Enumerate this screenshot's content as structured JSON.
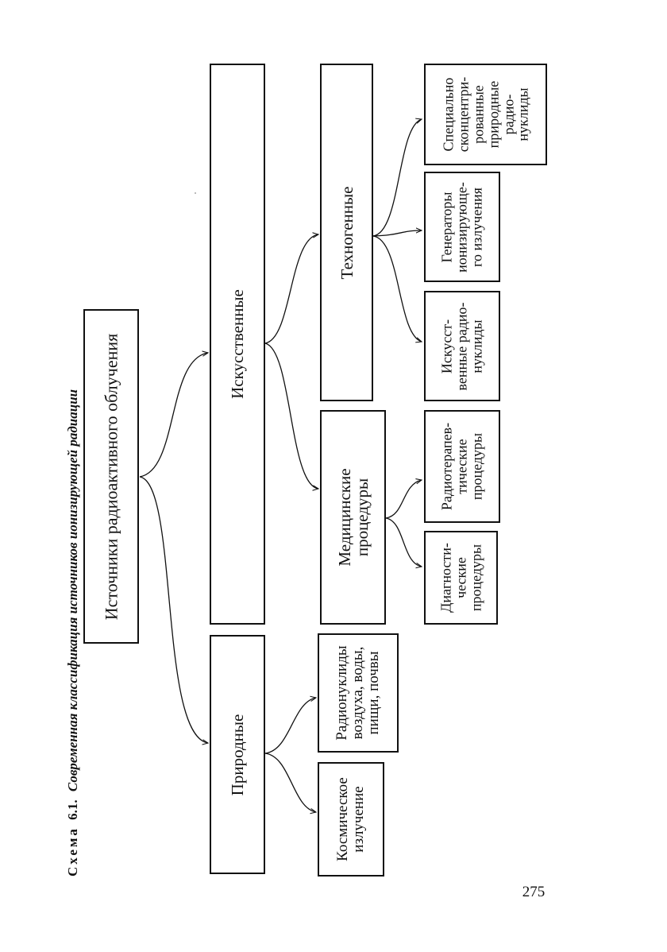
{
  "caption": {
    "lead": "Схема",
    "number": "6.1.",
    "title": "Современная классификация источников ионизирующей радиации"
  },
  "page_number": "275",
  "diagram": {
    "root": {
      "lines": [
        "Источники радиоактивного облучения"
      ]
    },
    "natural": {
      "label": {
        "lines": [
          "Природные"
        ]
      },
      "children": [
        {
          "lines": [
            "Космическое",
            "излучение"
          ]
        },
        {
          "lines": [
            "Радионуклиды",
            "воздуха, воды,",
            "пищи, почвы"
          ]
        }
      ]
    },
    "artificial": {
      "label": {
        "lines": [
          "Искусственные"
        ]
      },
      "medical": {
        "label": {
          "lines": [
            "Медицинские",
            "процедуры"
          ]
        },
        "children": [
          {
            "lines": [
              "Диагности-",
              "ческие",
              "процедуры"
            ]
          },
          {
            "lines": [
              "Радиотерапев-",
              "тические",
              "процедуры"
            ]
          }
        ]
      },
      "technogenic": {
        "label": {
          "lines": [
            "Техногенные"
          ]
        },
        "children": [
          {
            "lines": [
              "Искусст-",
              "венные радио-",
              "нуклиды"
            ]
          },
          {
            "lines": [
              "Генераторы",
              "ионизирующе-",
              "го излучения"
            ]
          },
          {
            "lines": [
              "Специально",
              "сконцентри-",
              "рованные",
              "природные",
              "радио-",
              "нуклиды"
            ]
          }
        ]
      }
    }
  }
}
